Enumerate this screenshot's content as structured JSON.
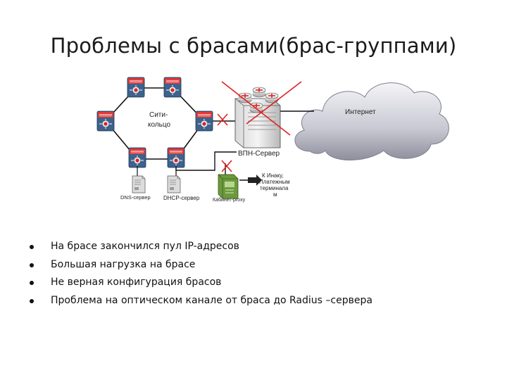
{
  "slide": {
    "title": "Проблемы с брасами(брас-группами)"
  },
  "diagram": {
    "ring_label_line1": "Сити-",
    "ring_label_line2": "кольцо",
    "internet_label": "Интернет",
    "vpn_server_label": "ВПН-Сервер",
    "dns_server_label": "DNS-сервер",
    "dhcp_server_label": "DHCP-сервер",
    "proxy_label": "Кабинет-proxy",
    "payment_label_lines": [
      "К Инаку,",
      "Платежным",
      "терминала",
      "м"
    ],
    "colors": {
      "router_red": "#e02020",
      "switch_blue": "#3a5f8a",
      "cross_red": "#e02020",
      "server_green": "#6c9a3c",
      "cloud_gray": "#9a9aa8"
    }
  },
  "bullets": [
    "На брасе закончился пул IP-адресов",
    "Большая нагрузка на брасе",
    "Не верная конфигурация брасов",
    "Проблема на оптическом канале от браса до Radius –сервера"
  ]
}
